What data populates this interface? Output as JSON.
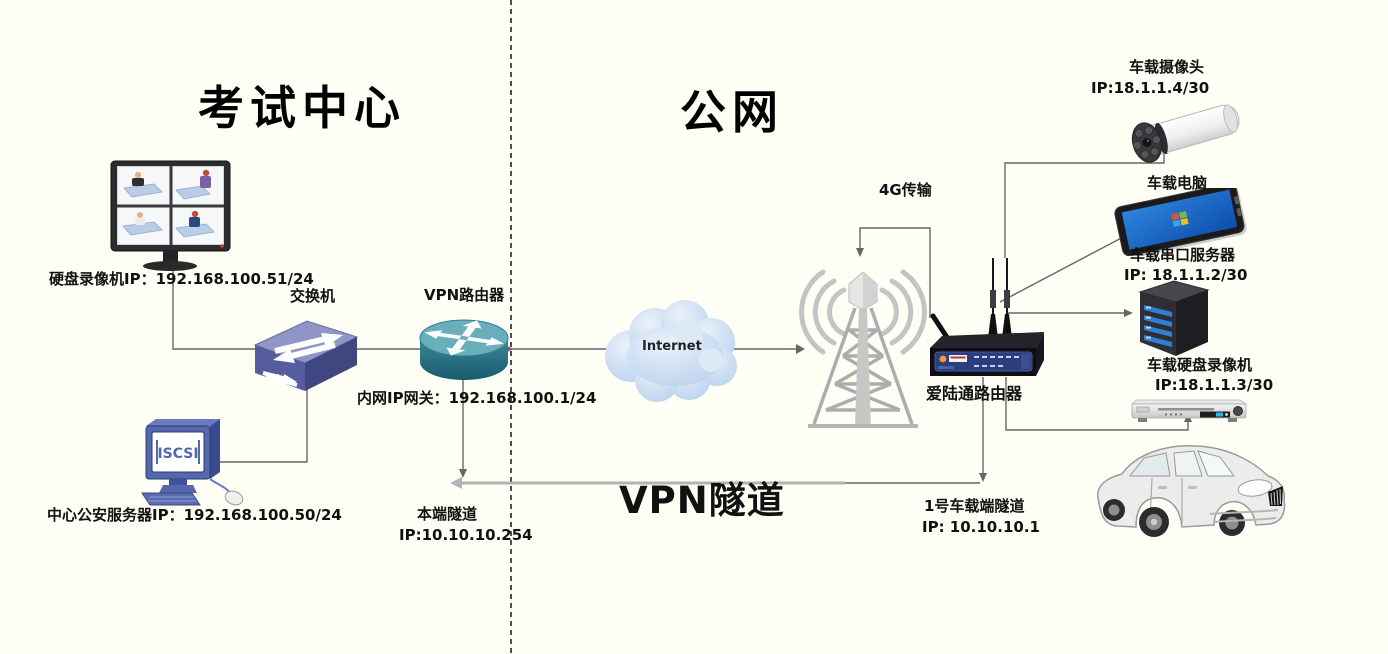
{
  "titles": {
    "left": "考试中心",
    "right": "公网"
  },
  "labels": {
    "hdd_recorder": "硬盘录像机IP：192.168.100.51/24",
    "switch": "交换机",
    "vpn_router": "VPN路由器",
    "gateway": "内网IP网关：192.168.100.1/24",
    "internet": "Internet",
    "g4_link": "4G传输",
    "vehicle_router": "爱陆通路由器",
    "camera": "车载摄像头",
    "camera_ip": "IP:18.1.1.4/30",
    "vehicle_pc": "车载电脑",
    "serial_server": "车载串口服务器",
    "serial_server_ip": "IP: 18.1.1.2/30",
    "vehicle_dvr": "车载硬盘录像机",
    "vehicle_dvr_ip": "IP:18.1.1.3/30",
    "police_server": "中心公安服务器IP：192.168.100.50/24",
    "local_tunnel": "本端隧道",
    "local_tunnel_ip": "IP:10.10.10.254",
    "vpn_tunnel": "VPN隧道",
    "vehicle_tunnel": "1号车载端隧道",
    "vehicle_tunnel_ip": "IP: 10.10.10.1",
    "iscsi_screen": "ISCSI"
  },
  "colors": {
    "background": "#fffff6",
    "connector": "#666666",
    "tunnel_line": "#b3b3b3",
    "switch_front": "#565d9e",
    "router_teal": "#2f7d8e",
    "cloud_blue": "#c9dcf2",
    "panel_blue": "#2b3d7d",
    "slot_blue": "#2f7fd6",
    "screen_blue": "#1763c6",
    "iscsi_blue": "#5468ad"
  }
}
